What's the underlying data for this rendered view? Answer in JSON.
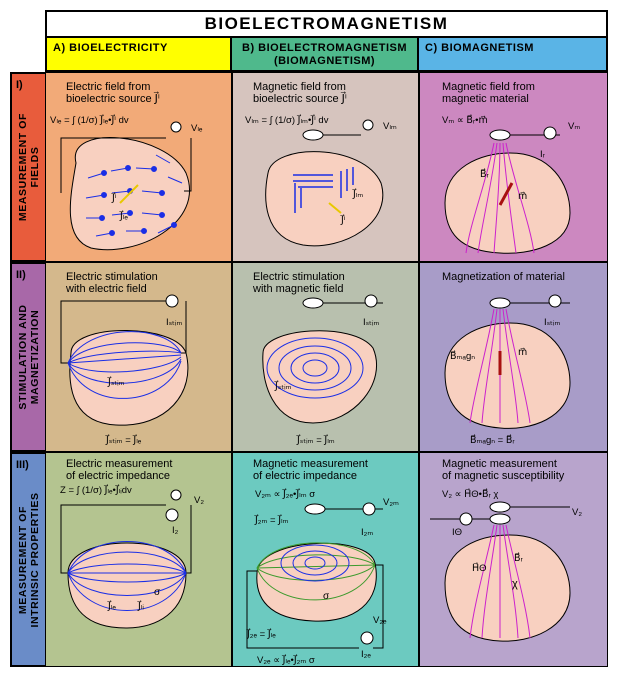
{
  "title": "BIOELECTROMAGNETISM",
  "columns": {
    "a": "A) BIOELECTRICITY",
    "b1": "B) BIOELECTROMAGNETISM",
    "b2": "(BIOMAGNETISM)",
    "c": "C) BIOMAGNETISM"
  },
  "rows": {
    "r1": {
      "num": "I)",
      "l1": "MEASUREMENT OF",
      "l2": "FIELDS"
    },
    "r2": {
      "num": "II)",
      "l1": "STIMULATION AND",
      "l2": "MAGNETIZATION"
    },
    "r3": {
      "num": "III)",
      "l1": "MEASUREMENT OF",
      "l2": "INTRINSIC PROPERTIES"
    }
  },
  "cells": {
    "a1": {
      "cap1": "Electric field from",
      "cap2": "bioelectric source J⃗ⁱ",
      "eq": "Vₗₑ = ∫ (1/σ) J⃗ₗₑ•J⃗ⁱ dv",
      "v": "Vₗₑ",
      "ji": "J⃗ⁱ",
      "jle": "J⃗ₗₑ"
    },
    "b1": {
      "cap1": "Magnetic field from",
      "cap2": "bioelectric source J⃗ⁱ",
      "eq": "Vₗₘ = ∫ (1/σ) J⃗ₗₘ•J⃗ⁱ dv",
      "v": "Vₗₘ",
      "jlm": "J⃗ₗₘ",
      "ji": "J⃗ⁱ"
    },
    "c1": {
      "cap1": "Magnetic field from",
      "cap2": "magnetic material",
      "eq": "Vₘ ∝ B⃗ᵣ•m⃗",
      "v": "Vₘ",
      "ir": "Iᵣ",
      "br": "B⃗ᵣ",
      "m": "m⃗"
    },
    "a2": {
      "cap1": "Electric stimulation",
      "cap2": "with electric field",
      "istim": "Iₛₜᵢₘ",
      "jstim": "J⃗ₛₜᵢₘ",
      "eq": "J⃗ₛₜᵢₘ = J⃗ₗₑ"
    },
    "b2": {
      "cap1": "Electric stimulation",
      "cap2": "with magnetic field",
      "istim": "Iₛₜᵢₘ",
      "jstim": "J⃗ₛₜᵢₘ",
      "eq": "J⃗ₛₜᵢₘ = J⃗ₗₘ"
    },
    "c2": {
      "cap1": "Magnetization of material",
      "istim": "Iₛₜᵢₘ",
      "bmagn": "B⃗ₘₐgₙ",
      "m": "m⃗",
      "eq": "B⃗ₘₐgₙ = B⃗ᵣ"
    },
    "a3": {
      "cap1": "Electric measurement",
      "cap2": "of electric impedance",
      "eq": "Z = ∫ (1/σ) J⃗ₗₑ•J⃗ₗᵢdv",
      "vz": "V₂",
      "iz": "I₂",
      "sigma": "σ",
      "jle": "J⃗ₗₑ",
      "jli": "J⃗ₗᵢ"
    },
    "b3": {
      "cap1": "Magnetic measurement",
      "cap2": "of electric impedance",
      "eq1": "V₂ₘ ∝ J⃗₂ₑ•J⃗ₗₘ σ",
      "vzm": "V₂ₘ",
      "jzm": "J⃗₂ₘ = J⃗ₗₘ",
      "izm": "I₂ₘ",
      "sigma": "σ",
      "vze": "V₂ₑ",
      "jze": "J⃗₂ₑ = J⃗ₗₑ",
      "ize": "I₂ₑ",
      "eq2": "V₂ₑ ∝ J⃗ₗₑ•J⃗₂ₘ σ"
    },
    "c3": {
      "cap1": "Magnetic measurement",
      "cap2": "of magnetic susceptibility",
      "eq": "V₂ ∝ H⃗Θ•B⃗ᵣ χ",
      "vz": "V₂",
      "itheta": "IΘ",
      "htheta": "H⃗Θ",
      "br": "B⃗ᵣ",
      "chi": "χ"
    }
  },
  "colors": {
    "col_a": "#ffff00",
    "col_b": "#4fb98c",
    "col_c": "#5ab4e6",
    "row1": "#e85c3c",
    "row2": "#a868a8",
    "row3": "#6a8cc8",
    "a1": "#f2aa78",
    "b1": "#d6c4be",
    "c1": "#cc88c0",
    "a2": "#d4b88c",
    "b2": "#b8c0ae",
    "c2": "#a89cc8",
    "a3": "#b4c490",
    "b3": "#6ccac0",
    "c3": "#b8a4cc",
    "body": "#f8d0c0",
    "blue": "#1a2ee6",
    "magenta": "#cc22cc",
    "green": "#3c9a2c"
  }
}
